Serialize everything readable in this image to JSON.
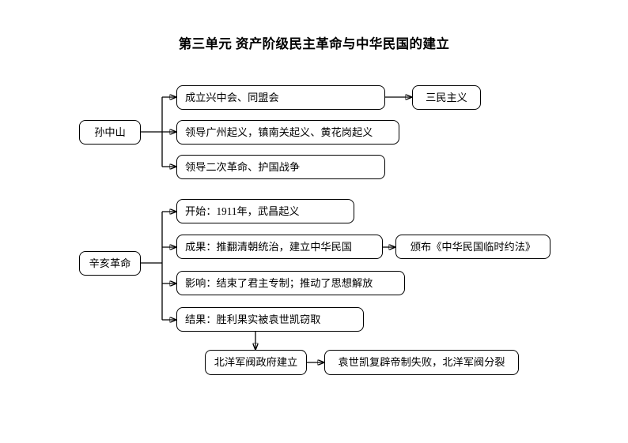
{
  "page": {
    "title": "第三单元  资产阶级民主革命与中华民国的建立"
  },
  "branch_sun": {
    "root": {
      "label": "孙中山"
    },
    "items": [
      {
        "label": "成立兴中会、同盟会"
      },
      {
        "label": "领导广州起义，镇南关起义、黄花岗起义"
      },
      {
        "label": "领导二次革命、护国战争"
      }
    ],
    "outcome": {
      "label": "三民主义"
    }
  },
  "branch_xinhai": {
    "root": {
      "label": "辛亥革命"
    },
    "items": [
      {
        "label": "开始：1911年，武昌起义"
      },
      {
        "label": "成果：推翻清朝统治，建立中华民国"
      },
      {
        "label": "影响：结束了君主专制；推动了思想解放"
      },
      {
        "label": "结果：胜利果实被袁世凯窃取"
      }
    ],
    "outcome": {
      "label": "颁布《中华民国临时约法》"
    },
    "aftermath": [
      {
        "label": "北洋军阀政府建立"
      },
      {
        "label": "袁世凯复辟帝制失败，北洋军阀分裂"
      }
    ]
  },
  "colors": {
    "line": "#000000",
    "box_fill": "#ffffff",
    "text": "#000000"
  }
}
